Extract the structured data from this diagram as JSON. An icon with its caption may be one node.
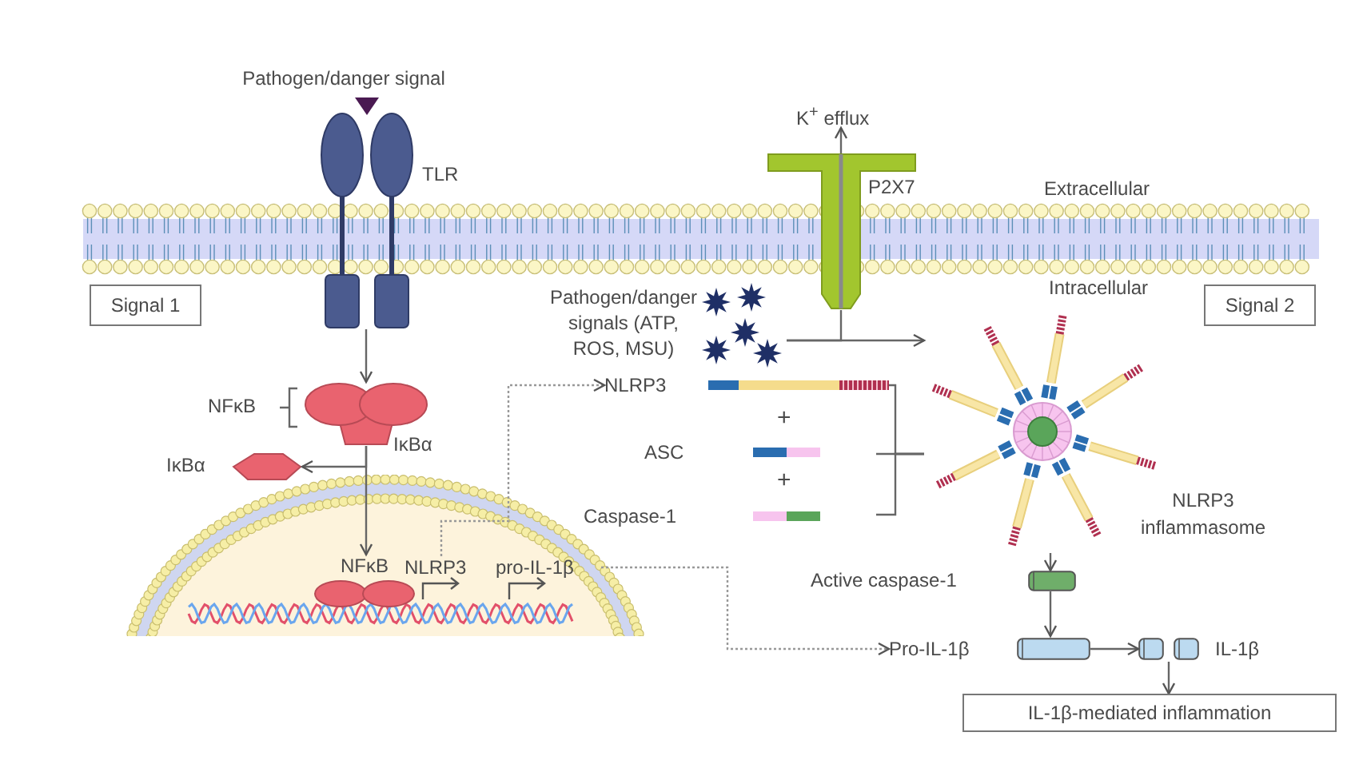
{
  "diagram": {
    "nodes": [
      {
        "text": [
          "Signal 1"
        ]
      },
      {
        "text": [],
        "shape": "picture",
        "beside": [
          "TLR"
        ]
      },
      {
        "text": [],
        "shape": "picture",
        "beside": [
          "NFκB",
          "IκBα"
        ]
      },
      {
        "text": [],
        "shape": "picture",
        "beside": [
          "IκBα"
        ]
      },
      {
        "text": [],
        "shape": "ellipse"
      },
      {
        "text": [
          "NFκB"
        ],
        "in": 4
      },
      {
        "text": [
          "NLRP3"
        ],
        "in": 4
      },
      {
        "text": [
          "pro-IL-1β"
        ],
        "in": 4
      },
      {
        "text": [],
        "shape": "picture",
        "beside": [
          "P2X7"
        ]
      },
      {
        "text": [
          "K$^{+}$ efflux"
        ]
      },
      {
        "text": [
          "Pathogen/danger signals (ATP, ROS, MSU)"
        ]
      },
      {
        "text": [
          "NLRP3"
        ]
      },
      {
        "text": [
          "ASC"
        ]
      },
      {
        "text": [
          "Caspase-1"
        ]
      },
      {
        "text": [],
        "shape": "picture",
        "beside": [
          "NLRP3 inflammasome"
        ]
      },
      {
        "text": [],
        "shape": "cylinder"
      },
      {
        "text": [
          "Pro-IL-1β"
        ]
      },
      {
        "text": [
          "IL-1β"
        ]
      },
      {
        "text": [
          "IL-1β-mediated inflammation"
        ]
      },
      {
        "text": [
          "Signal 2"
        ]
      }
    ],
    "edges": [
      {
        "from": 1,
        "to": 2,
        "arrow": "to"
      },
      {
        "from": 2,
        "to": 3,
        "arrow": "to"
      },
      {
        "from": 2,
        "to": 5,
        "arrow": "to"
      },
      {
        "from": 10,
        "to": 8,
        "arrow": "none"
      },
      {
        "from": 8,
        "to": 9,
        "arrow": "to"
      },
      {
        "from": 10,
        "to": 14,
        "arrow": "to"
      },
      {
        "from": 6,
        "to": 11,
        "arrow": "to",
        "style": "dashed"
      },
      {
        "from": 11,
        "to": 14,
        "arrow": "none"
      },
      {
        "from": 12,
        "to": 14,
        "arrow": "none"
      },
      {
        "from": 13,
        "to": 14,
        "arrow": "none"
      },
      {
        "from": 14,
        "to": 15,
        "arrow": "to"
      },
      {
        "from": 15,
        "to": 16,
        "arrow": "to"
      },
      {
        "from": 16,
        "to": 17,
        "arrow": "to"
      },
      {
        "from": 17,
        "to": 18,
        "arrow": "to"
      },
      {
        "from": 7,
        "to": 16,
        "arrow": "to",
        "style": "dashed"
      }
    ],
    "labels": [
      "Pathogen/danger signal",
      "Extracellular",
      "Intracellular",
      "+",
      "+",
      "Active caspase-1"
    ]
  }
}
